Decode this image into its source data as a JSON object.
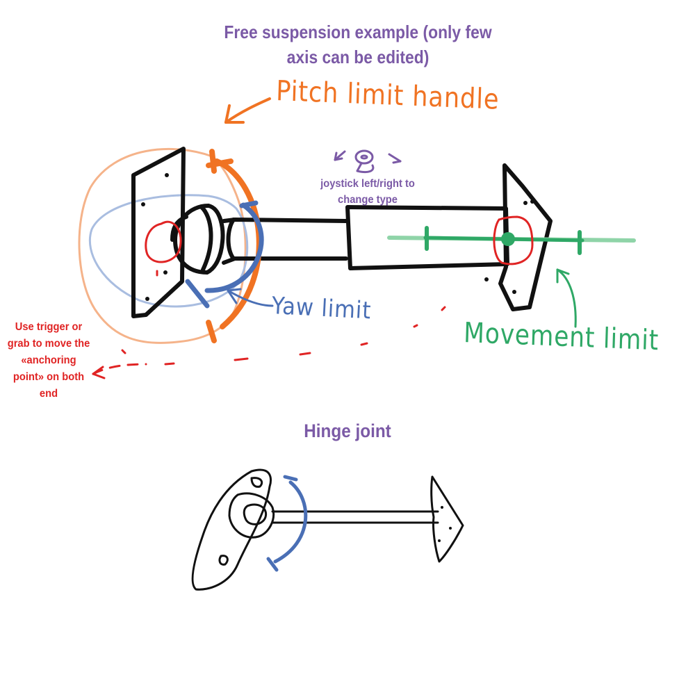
{
  "titles": {
    "main": "Free suspension example (only few axis can be edited)",
    "hinge": "Hinge joint"
  },
  "labels": {
    "pitch_limit": "Pitch limit handle",
    "yaw_limit": "Yaw limit",
    "movement_limit": "Movement limit",
    "joystick": "joystick left/right to change type",
    "trigger": "Use trigger or grab to move the «anchoring point» on both end"
  },
  "colors": {
    "title": "#7b5aa6",
    "pitch": "#f07323",
    "yaw": "#4a6fb5",
    "movement": "#2fa866",
    "anchor": "#e02424",
    "ink": "#111111",
    "pitch_light": "#f5b38a",
    "yaw_light": "#a9bde0",
    "movement_light": "#8fd4a8"
  }
}
